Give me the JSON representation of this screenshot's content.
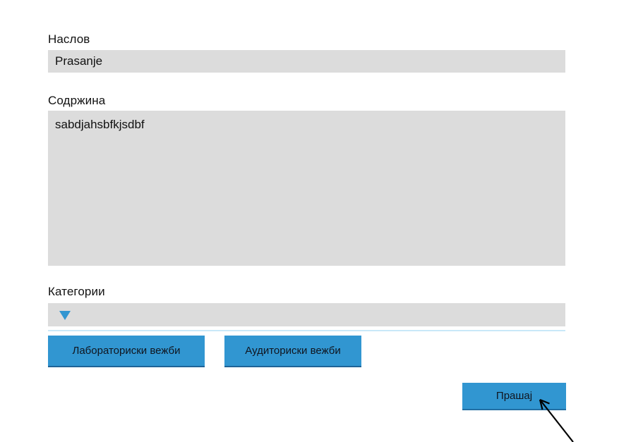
{
  "form": {
    "title_field": {
      "label": "Наслов",
      "value": "Prasanje"
    },
    "content_field": {
      "label": "Содржина",
      "value": "sabdjahsbfkjsdbf"
    },
    "categories": {
      "label": "Категории",
      "dropdown_icon": "dropdown-triangle",
      "options": [
        {
          "label": "Лабораториски вежби"
        },
        {
          "label": "Аудиториски вежби"
        }
      ]
    },
    "submit_label": "Прашај"
  },
  "colors": {
    "accent_blue": "#3196d1",
    "field_gray": "#dcdcdc",
    "text_dark": "#111111",
    "annotation_arrow": "#000000"
  },
  "annotation": {
    "arrow_target": "submit-button"
  }
}
